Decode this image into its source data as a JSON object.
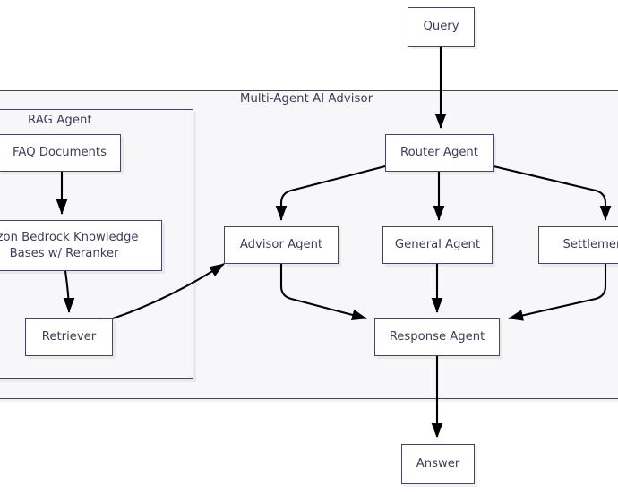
{
  "diagram": {
    "title_visible": false,
    "colors": {
      "node_fill": "#ffffff",
      "node_stroke": "#45455f",
      "group_fill": "#f7f7fa",
      "group_stroke": "#45455f",
      "edge_stroke": "#000000",
      "text": "#3d3d56",
      "page_background": "#ffffff"
    },
    "groups": [
      {
        "id": "multi-agent",
        "label": "Multi-Agent AI Advisor"
      },
      {
        "id": "rag-agent",
        "label": "RAG Agent"
      }
    ],
    "nodes": [
      {
        "id": "query",
        "label": "Query"
      },
      {
        "id": "router-agent",
        "label": "Router Agent"
      },
      {
        "id": "advisor-agent",
        "label": "Advisor Agent"
      },
      {
        "id": "general-agent",
        "label": "General Agent"
      },
      {
        "id": "settlement-agent",
        "label": "Settlement"
      },
      {
        "id": "response-agent",
        "label": "Response Agent"
      },
      {
        "id": "answer",
        "label": "Answer"
      },
      {
        "id": "faq-documents",
        "label": "FAQ Documents"
      },
      {
        "id": "bedrock-knowledge-bases",
        "label": "azon Bedrock Knowledge Bases w/ Reranker"
      },
      {
        "id": "retriever",
        "label": "Retriever"
      }
    ],
    "edges": [
      {
        "from": "query",
        "to": "router-agent",
        "arrow": "single"
      },
      {
        "from": "router-agent",
        "to": "advisor-agent",
        "arrow": "single"
      },
      {
        "from": "router-agent",
        "to": "general-agent",
        "arrow": "single"
      },
      {
        "from": "router-agent",
        "to": "settlement-agent",
        "arrow": "single"
      },
      {
        "from": "advisor-agent",
        "to": "response-agent",
        "arrow": "single"
      },
      {
        "from": "general-agent",
        "to": "response-agent",
        "arrow": "single"
      },
      {
        "from": "settlement-agent",
        "to": "response-agent",
        "arrow": "single"
      },
      {
        "from": "response-agent",
        "to": "answer",
        "arrow": "single"
      },
      {
        "from": "faq-documents",
        "to": "bedrock-knowledge-bases",
        "arrow": "single"
      },
      {
        "from": "bedrock-knowledge-bases",
        "to": "retriever",
        "arrow": "single"
      },
      {
        "from": "retriever",
        "to": "advisor-agent",
        "arrow": "double"
      }
    ]
  }
}
